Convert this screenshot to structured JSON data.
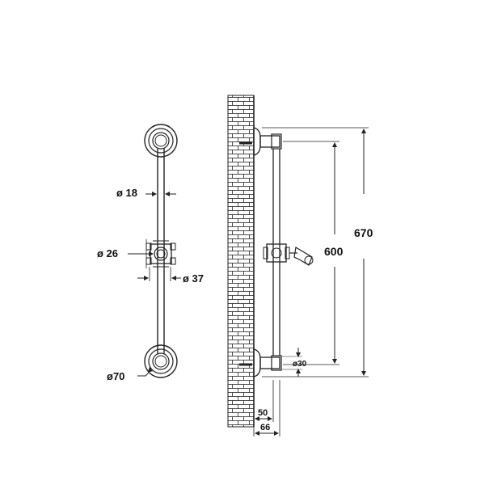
{
  "front_view": {
    "rail_diameter": "ø 18",
    "holder_diameter": "ø 26",
    "holder_width": "ø 37",
    "flange_diameter": "ø70"
  },
  "side_view": {
    "overall_height": "670",
    "bracket_spacing": "600",
    "pipe_diameter": "ø30",
    "wall_offset_rail": "50",
    "wall_offset_total": "66"
  },
  "colors": {
    "line": "#222222",
    "wall_fill": "#ffffff",
    "text": "#111111"
  }
}
